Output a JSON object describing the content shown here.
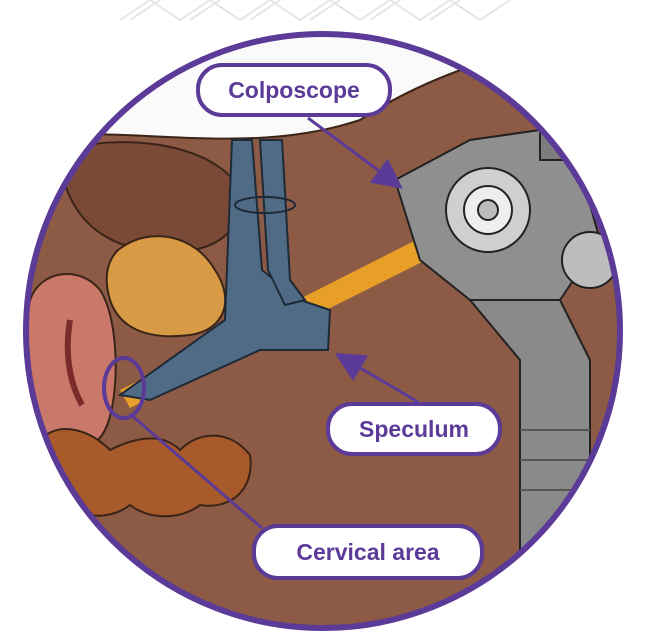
{
  "labels": {
    "colposcope": "Colposcope",
    "speculum": "Speculum",
    "cervical_area": "Cervical area"
  },
  "colors": {
    "frame": "#5b3a98",
    "skin": "#8c5a45",
    "skin_dark": "#7a4a37",
    "uterus": "#c9786a",
    "bladder": "#d99a45",
    "speculum": "#4f6b86",
    "light_beam": "#f2a623",
    "colposcope": "#8f8f8f",
    "colposcope_light": "#cfcfcf",
    "bowel": "#a85a2a"
  },
  "icons": {
    "arrow": "arrow-icon",
    "highlight": "ellipse-highlight"
  }
}
